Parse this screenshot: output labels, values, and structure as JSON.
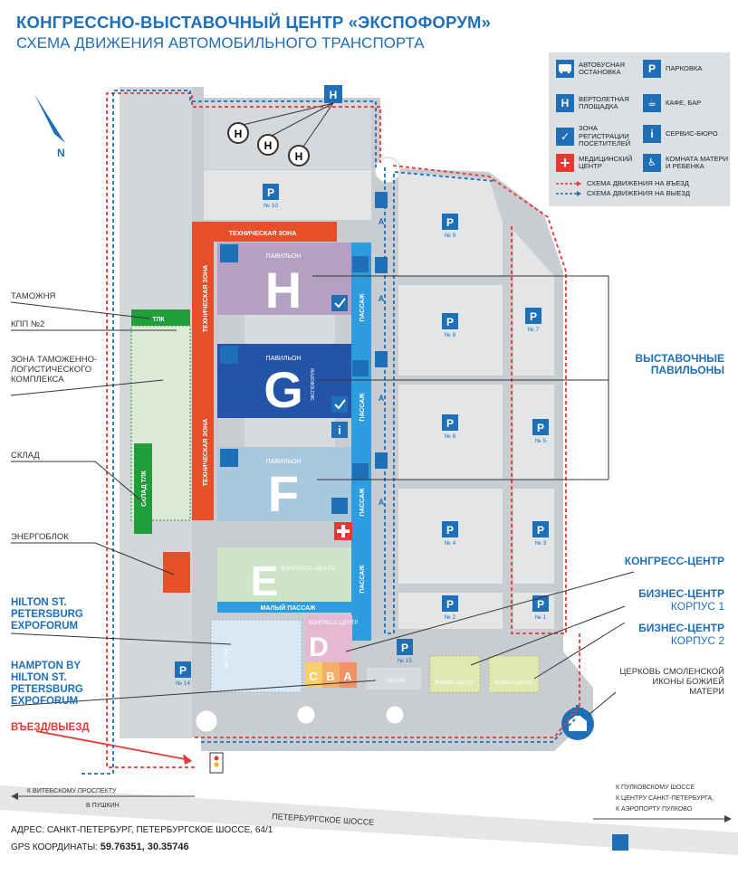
{
  "header": {
    "title": "КОНГРЕССНО-ВЫСТАВОЧНЫЙ ЦЕНТР «ЭКСПОФОРУМ»",
    "subtitle": "СХЕМА ДВИЖЕНИЯ АВТОМОБИЛЬНОГО ТРАНСПОРТА"
  },
  "compass": {
    "north": "N"
  },
  "legend": {
    "items": [
      {
        "icon": "bus-stop-icon",
        "text": "АВТОБУСНАЯ ОСТАНОВКА",
        "color": "#1f6fb7"
      },
      {
        "icon": "parking-icon",
        "glyph": "P",
        "text": "ПАРКОВКА",
        "color": "#1f6fb7"
      },
      {
        "icon": "helipad-icon",
        "glyph": "H",
        "text": "ВЕРТОЛЕТНАЯ ПЛОЩАДКА",
        "color": "#1f6fb7"
      },
      {
        "icon": "cafe-icon",
        "text": "КАФЕ, БАР",
        "color": "#1f6fb7"
      },
      {
        "icon": "registration-icon",
        "text": "ЗОНА РЕГИСТРАЦИИ ПОСЕТИТЕЛЕЙ",
        "color": "#1f6fb7"
      },
      {
        "icon": "info-icon",
        "glyph": "i",
        "text": "СЕРВИС-БЮРО",
        "color": "#1f6fb7"
      },
      {
        "icon": "medical-icon",
        "text": "МЕДИЦИНСКИЙ ЦЕНТР",
        "color": "#e53935"
      },
      {
        "icon": "mother-child-icon",
        "text": "КОМНАТА МАТЕРИ И РЕБЕНКА",
        "color": "#1f6fb7"
      }
    ],
    "routes": [
      {
        "text": "СХЕМА ДВИЖЕНИЯ НА ВЪЕЗД",
        "color": "#e53935"
      },
      {
        "text": "СХЕМА ДВИЖЕНИЯ НА ВЫЕЗД",
        "color": "#1f6fb7"
      }
    ]
  },
  "pavilions": {
    "label": "ПАВИЛЬОН",
    "h": "H",
    "g": "G",
    "f": "F",
    "tech_zone": "ТЕХНИЧЕСКАЯ ЗОНА",
    "passage": "ПАССАЖ",
    "small_passage": "МАЛЫЙ ПАССАЖ",
    "e": "E",
    "congress": "КОНГРЕСС-ЦЕНТР",
    "d": "D",
    "c": "C",
    "b": "B",
    "a": "A",
    "expo_label": "ЭКСПОФОРУМ"
  },
  "parkings": [
    "№ 10",
    "№ 9",
    "№ 8",
    "№ 7",
    "№ 6",
    "№ 5",
    "№ 4",
    "№ 3",
    "№ 2",
    "№ 1",
    "№ 15",
    "№ 14"
  ],
  "map_labels": {
    "tlk": "ТЛК",
    "sklad_tlk": "СКЛАД ТЛК",
    "hilton": "HILTON",
    "business_center": "БИЗНЕС-ЦЕНТР",
    "lane_a": "А"
  },
  "left_labels": {
    "customs": "ТАМОЖНЯ",
    "kpp": "КПП №2",
    "zone": "ЗОНА ТАМОЖЕННО-ЛОГИСТИЧЕСКОГО КОМПЛЕКСА",
    "warehouse": "СКЛАД",
    "energy": "ЭНЕРГОБЛОК",
    "hilton": "HILTON ST. PETERSBURG EXPOFORUM",
    "hampton": "HAMPTON BY HILTON ST. PETERSBURG EXPOFORUM",
    "exit": "ВЪЕЗД/ВЫЕЗД"
  },
  "right_labels": {
    "pavilions": "ВЫСТАВОЧНЫЕ ПАВИЛЬОНЫ",
    "congress": "КОНГРЕСС-ЦЕНТР",
    "bc1_title": "БИЗНЕС-ЦЕНТР",
    "bc1_sub": "КОРПУС 1",
    "bc2_title": "БИЗНЕС-ЦЕНТР",
    "bc2_sub": "КОРПУС 2",
    "church": "ЦЕРКОВЬ СМОЛЕНСКОЙ ИКОНЫ БОЖИЕЙ МАТЕРИ"
  },
  "roads": {
    "vitebsky": "К ВИТЕБСКОМУ ПРОСПЕКТУ",
    "pushkin": "В ПУШКИН",
    "peterburgskoe": "ПЕТЕРБУРГСКОЕ ШОССЕ",
    "pulkovo1": "К ПУЛКОВСКОМУ ШОССЕ",
    "pulkovo2": "К ЦЕНТРУ САНКТ-ПЕТЕРБУРГА,",
    "pulkovo3": "К АЭРОПОРТУ ПУЛКОВО"
  },
  "footer": {
    "address": "АДРЕС: САНКТ-ПЕТЕРБУРГ, ПЕТЕРБУРГСКОЕ ШОССЕ, 64/1",
    "gps_label": "GPS КООРДИНАТЫ:",
    "gps_value": "59.76351, 30.35746"
  },
  "colors": {
    "brand_blue": "#1f6fb7",
    "route_red": "#e53935",
    "tech_zone": "#e5502a",
    "pavilion_h": "#b3a0c2",
    "pavilion_g": "#2454a8",
    "pavilion_f": "#a8c8e0",
    "pavilion_e": "#cde5c6",
    "tlk_green": "#1f9e3a",
    "ground": "#c9cdd1",
    "parking": "#e3e5e7"
  }
}
